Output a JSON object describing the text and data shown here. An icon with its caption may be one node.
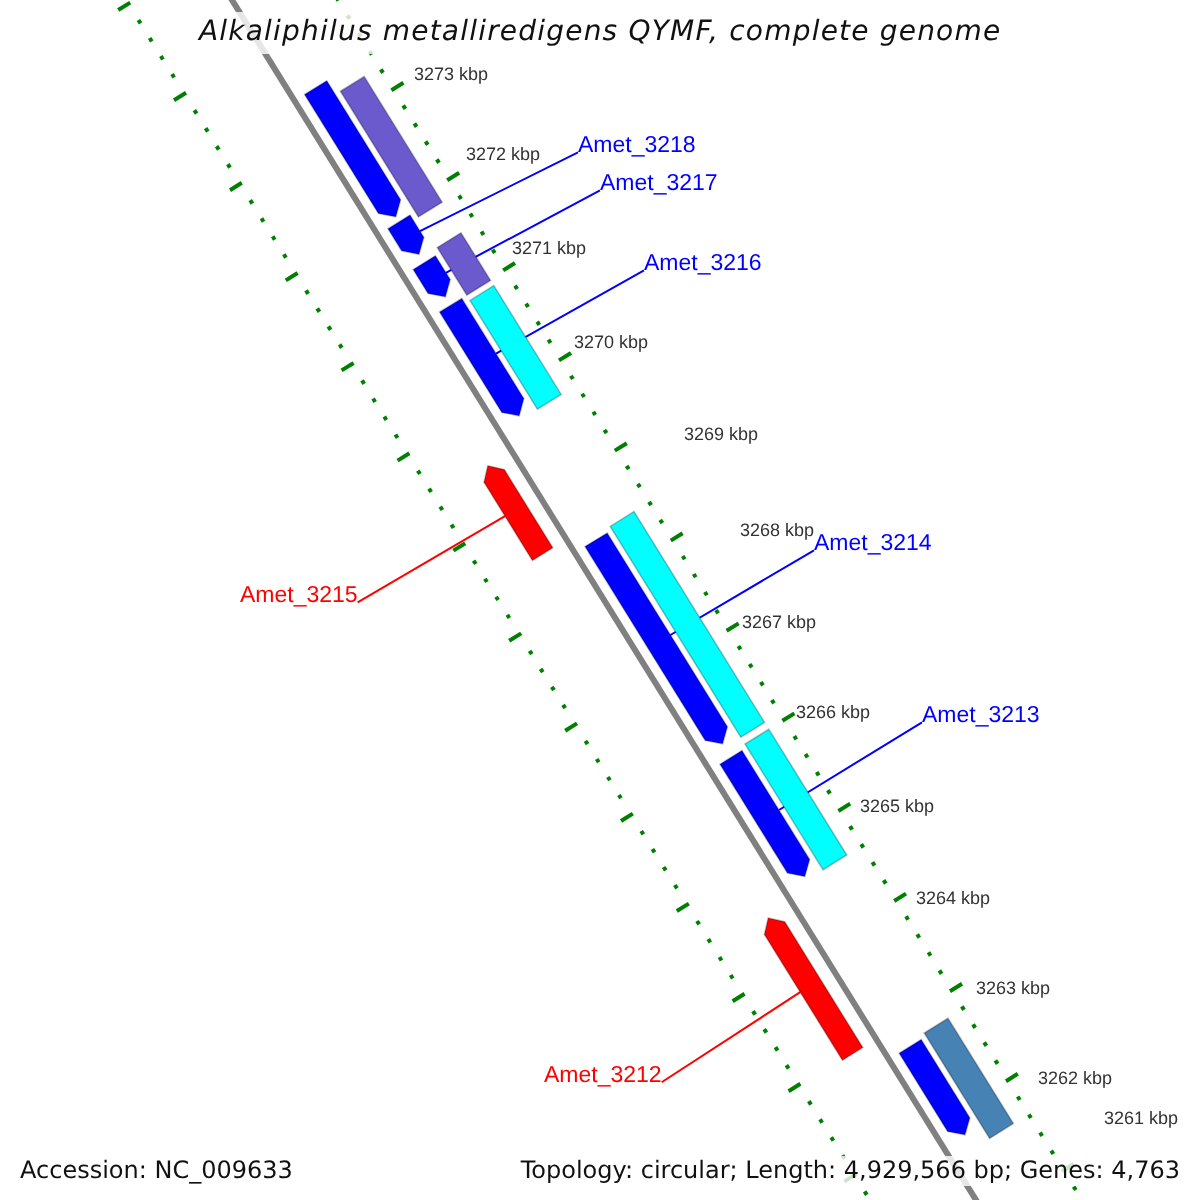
{
  "diagram": {
    "title": "Alkaliphilus metalliredigens QYMF, complete genome",
    "nodes": [
      {
        "text": [
          "Amet_3218"
        ]
      },
      {
        "text": [
          "Amet_3217"
        ]
      },
      {
        "text": [
          "Amet_3216"
        ]
      },
      {
        "text": [
          "Amet_3214"
        ]
      },
      {
        "text": [
          "Amet_3213"
        ]
      },
      {
        "text": [
          "Amet_3215"
        ]
      },
      {
        "text": [
          "Amet_3212"
        ]
      },
      {
        "text": [],
        "shape": "bar"
      },
      {
        "text": [],
        "shape": "bar"
      },
      {
        "text": [],
        "shape": "bar"
      },
      {
        "text": [],
        "shape": "bar"
      },
      {
        "text": [],
        "shape": "bar"
      },
      {
        "text": [],
        "shape": "bar"
      },
      {
        "text": [],
        "shape": "bar"
      },
      {
        "text": [],
        "shape": "bar"
      },
      {
        "text": [],
        "shape": "bar"
      },
      {
        "text": [],
        "shape": "bar"
      },
      {
        "text": [],
        "shape": "bar"
      },
      {
        "text": [],
        "shape": "bar"
      },
      {
        "text": [],
        "shape": "bar"
      },
      {
        "text": [],
        "shape": "bar"
      },
      {
        "text": [],
        "shape": "bar"
      }
    ],
    "edges": [
      {
        "from": 0,
        "to": 9,
        "arrow": "none",
        "color": "#0000ff"
      },
      {
        "from": 1,
        "to": 11,
        "arrow": "none",
        "color": "#0000ff"
      },
      {
        "from": 2,
        "to": 13,
        "arrow": "none",
        "color": "#0000ff"
      },
      {
        "from": 3,
        "to": 16,
        "arrow": "none",
        "color": "#0000ff"
      },
      {
        "from": 4,
        "to": 18,
        "arrow": "none",
        "color": "#0000ff"
      },
      {
        "from": 5,
        "to": 14,
        "arrow": "none",
        "color": "#ff0000"
      },
      {
        "from": 6,
        "to": 19,
        "arrow": "none",
        "color": "#ff0000"
      }
    ],
    "labels": [
      "3273 kbp",
      "3272 kbp",
      "3271 kbp",
      "3270 kbp",
      "3269 kbp",
      "3268 kbp",
      "3267 kbp",
      "3266 kbp",
      "3265 kbp",
      "3264 kbp",
      "3263 kbp",
      "3262 kbp",
      "3261 kbp",
      "Accession: NC_009633",
      "Topology: circular; Length: 4,929,566 bp; Genes: 4,763"
    ]
  }
}
